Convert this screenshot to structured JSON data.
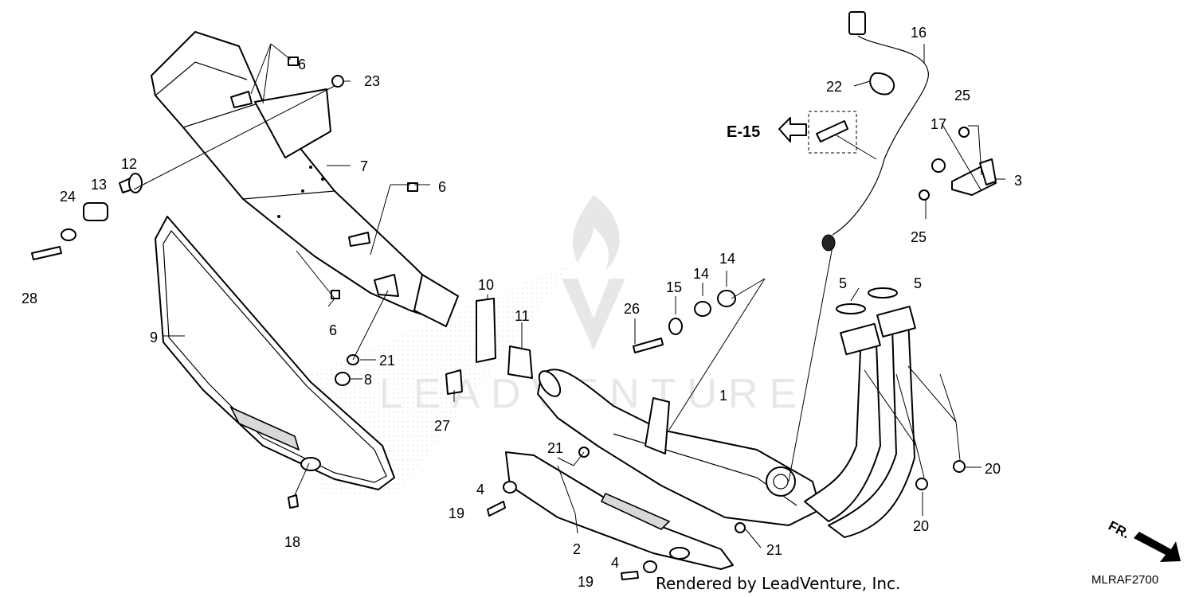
{
  "diagram": {
    "callouts": [
      "1",
      "2",
      "3",
      "4",
      "4",
      "5",
      "5",
      "6",
      "6",
      "6",
      "7",
      "8",
      "9",
      "10",
      "11",
      "12",
      "13",
      "14",
      "14",
      "15",
      "16",
      "17",
      "18",
      "19",
      "19",
      "20",
      "20",
      "21",
      "21",
      "21",
      "22",
      "23",
      "24",
      "25",
      "25",
      "26",
      "27",
      "28"
    ],
    "reference_label": "E-15",
    "direction_label": "FR.",
    "credit": "Rendered by LeadVenture, Inc.",
    "diagram_code": "MLRAF2700",
    "watermark_text": "LEADVENTURE"
  }
}
